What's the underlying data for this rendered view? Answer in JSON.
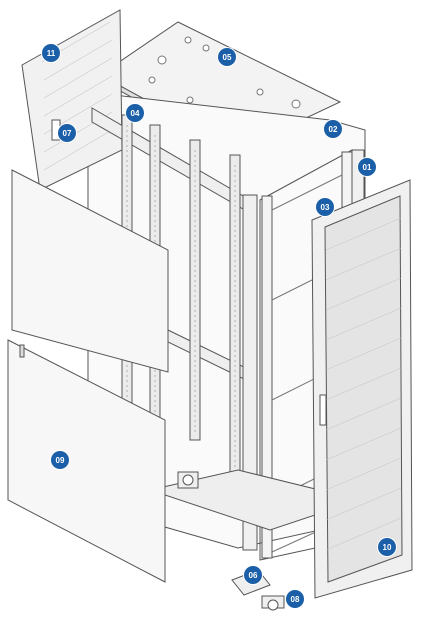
{
  "diagram": {
    "callouts": [
      {
        "id": "c01",
        "label": "01"
      },
      {
        "id": "c02",
        "label": "02"
      },
      {
        "id": "c03",
        "label": "03"
      },
      {
        "id": "c04",
        "label": "04"
      },
      {
        "id": "c05",
        "label": "05"
      },
      {
        "id": "c06",
        "label": "06"
      },
      {
        "id": "c07",
        "label": "07"
      },
      {
        "id": "c08",
        "label": "08"
      },
      {
        "id": "c09",
        "label": "09"
      },
      {
        "id": "c10",
        "label": "10"
      },
      {
        "id": "c11",
        "label": "11"
      }
    ]
  },
  "colors": {
    "callout_fill": "#1b5fa8",
    "line": "#555555",
    "panel": "#f5f5f5",
    "frame": "#e9e9e9"
  }
}
